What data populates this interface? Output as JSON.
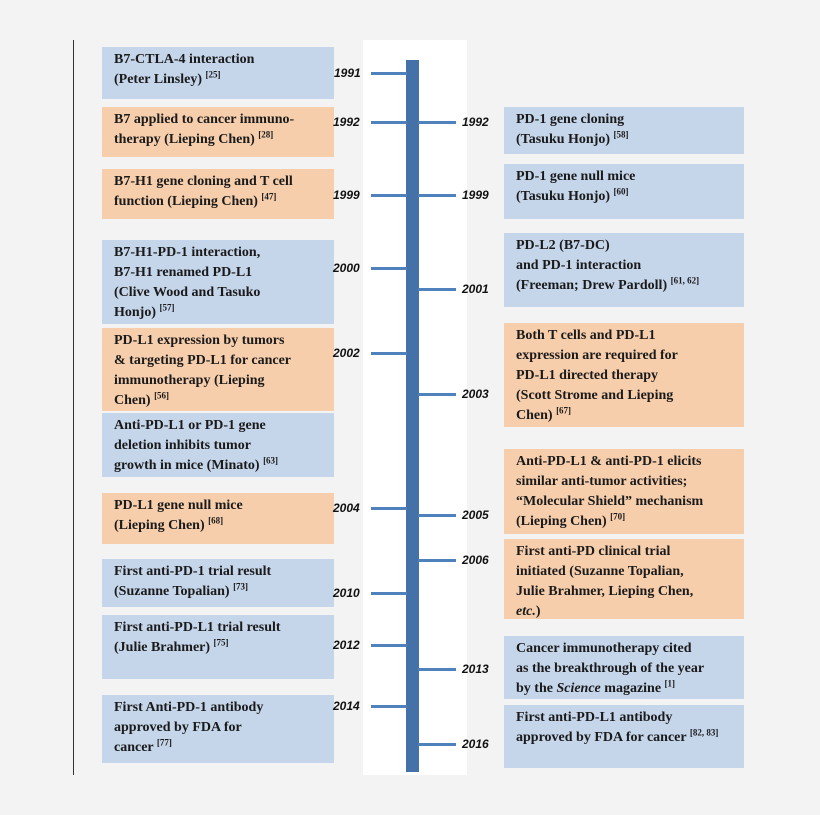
{
  "colors": {
    "blue_box": "#c5d5ea",
    "orange_box": "#f7ceac",
    "timeline": "#4472a8"
  },
  "left_events": [
    {
      "year": "1991",
      "lines": [
        "B7-CTLA-4 interaction",
        " (Peter Linsley)"
      ],
      "ref": "[25]",
      "color": "blue"
    },
    {
      "year": "1992",
      "lines": [
        "B7 applied to cancer immuno-",
        "therapy (Lieping Chen)"
      ],
      "ref": "[28]",
      "color": "orange"
    },
    {
      "year": "1999",
      "lines": [
        "B7-H1 gene cloning and T cell",
        "function (Lieping Chen)"
      ],
      "ref": "[47]",
      "color": "orange"
    },
    {
      "year": "2000",
      "lines": [
        "B7-H1-PD-1 interaction,",
        "B7-H1 renamed PD-L1",
        "(Clive Wood and Tasuko",
        "Honjo)"
      ],
      "ref": "[57]",
      "color": "blue"
    },
    {
      "year": "2002",
      "lines": [
        "PD-L1 expression by tumors",
        "& targeting PD-L1 for cancer",
        "immunotherapy (Lieping",
        "Chen)"
      ],
      "ref": "[56]",
      "color": "orange"
    },
    {
      "year": "",
      "lines": [
        "Anti-PD-L1 or PD-1 gene",
        "deletion inhibits tumor",
        "growth in mice (Minato)"
      ],
      "ref": "[63]",
      "color": "blue"
    },
    {
      "year": "2004",
      "lines": [
        "PD-L1 gene null mice",
        "(Lieping Chen)"
      ],
      "ref": "[68]",
      "color": "orange"
    },
    {
      "year": "2010",
      "lines": [
        "First anti-PD-1 trial result",
        "(Suzanne Topalian)"
      ],
      "ref": "[73]",
      "color": "blue"
    },
    {
      "year": "2012",
      "lines": [
        "First anti-PD-L1 trial result",
        "(Julie Brahmer)"
      ],
      "ref": "[75]",
      "color": "blue"
    },
    {
      "year": "2014",
      "lines": [
        "First Anti-PD-1 antibody",
        "approved  by FDA for",
        "cancer"
      ],
      "ref": "[77]",
      "color": "blue"
    }
  ],
  "right_events": [
    {
      "year": "1992",
      "lines": [
        "PD-1 gene cloning",
        "(Tasuku Honjo)"
      ],
      "ref": "[58]",
      "color": "blue"
    },
    {
      "year": "1999",
      "lines": [
        "PD-1 gene null mice",
        "(Tasuku Honjo)"
      ],
      "ref": "[60]",
      "color": "blue"
    },
    {
      "year": "2001",
      "lines": [
        "PD-L2 (B7-DC)",
        "and PD-1 interaction",
        "(Freeman; Drew Pardoll)"
      ],
      "ref": "[61, 62]",
      "color": "blue"
    },
    {
      "year": "2003",
      "lines": [
        "Both T cells and PD-L1",
        "expression are required for",
        "PD-L1 directed therapy",
        "(Scott Strome and Lieping",
        "Chen)"
      ],
      "ref": "[67]",
      "color": "orange"
    },
    {
      "year": "2005",
      "lines": [
        "Anti-PD-L1 & anti-PD-1 elicits",
        "similar anti-tumor activities;",
        "“Molecular Shield” mechanism",
        "(Lieping Chen)"
      ],
      "ref": "[70]",
      "color": "orange"
    },
    {
      "year": "2006",
      "lines": [
        "First anti-PD clinical trial",
        "initiated (Suzanne Topalian,",
        "Julie Brahmer, Lieping Chen,",
        "etc.)"
      ],
      "ref": "",
      "color": "orange"
    },
    {
      "year": "2013",
      "lines": [
        "Cancer immunotherapy cited",
        "as the breakthrough of the year",
        "by the Science magazine"
      ],
      "ref": "[1]",
      "color": "blue"
    },
    {
      "year": "2016",
      "lines": [
        "First anti-PD-L1 antibody",
        "approved by FDA for cancer"
      ],
      "ref": "[82, 83]",
      "color": "blue"
    }
  ]
}
